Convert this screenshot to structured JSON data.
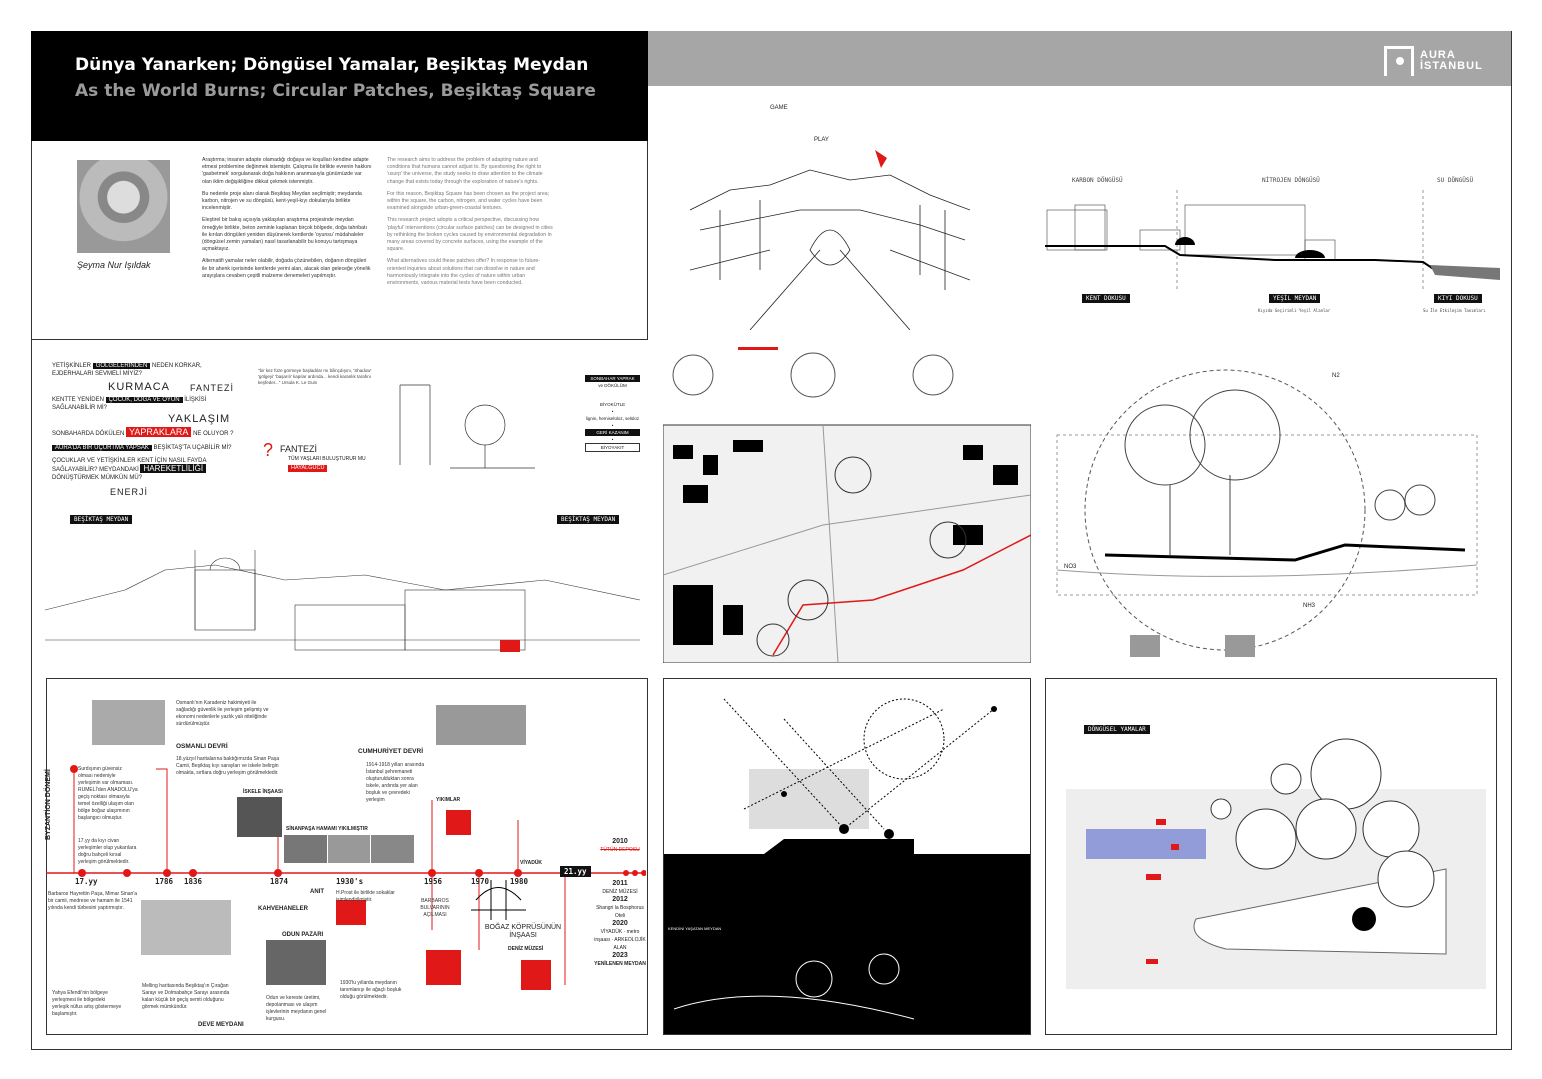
{
  "header": {
    "title_tr": "Dünya Yanarken; Döngüsel Yamalar, Beşiktaş Meydan",
    "title_en": "As the World Burns; Circular Patches, Beşiktaş Square"
  },
  "logo": {
    "line1": "AURA",
    "line2": "İSTANBUL"
  },
  "intro": {
    "author": "Şeyma Nur Işıldak",
    "tr": [
      "Araştırma; insanın adapte olamadığı doğaya ve koşulları kendine adapte etmesi problemine değinmek istemiştir. Çalışma ile birlikte evrenin hakkını 'gasbetmek' sorgulanarak doğa hakkının aranmasıyla günümüzde var olan iklim değişikliğine dikkat çekmek istenmiştir.",
      "Bu nedenle proje alanı olarak Beşiktaş Meydan seçilmiştir; meydanda karbon, nitrojen ve su döngüsü, kent-yeşil-kıyı dokularıyla birlikte incelenmiştir.",
      "Eleştirel bir bakış açısıyla yaklaşılan araştırma projesinde meydan örneğiyle birlikte, beton zeminle kaplanan birçok bölgede, doğa tahribatı ile kırılan döngüleri yeniden düşünerek kentlerde 'oyunsu' müdahaleler (döngüsel zemin yamaları) nasıl tasarlanabilir bu konuyu tartışmaya açmaktayız.",
      "Alternatifi yamalar neler olabilir, doğada çözünebilen, doğanın döngüleri ile bir ahenk içerisinde kentlerde yerini alan, alacak olan geleceğe yönelik arayışlara cevaben çeşitli malzeme denemeleri yapılmıştır."
    ],
    "en": [
      "The research aims to address the problem of adapting nature and conditions that humans cannot adjust to. By questioning the right to 'usurp' the universe, the study seeks to draw attention to the climate change that exists today through the exploration of nature's rights.",
      "For this reason, Beşiktaş Square has been chosen as the project area; within the square, the carbon, nitrogen, and water cycles have been examined alongside urban-green-coastal textures.",
      "This research project adopts a critical perspective, discussing how 'playful' interventions (circular surface patches) can be designed in cities by rethinking the broken cycles caused by environmental degradation in many areas covered by concrete surfaces, using the example of the square.",
      "What alternatives could these patches offer? In response to future-oriented inquiries about solutions that can dissolve in nature and harmoniously integrate into the cycles of nature within urban environments, various material tests have been conducted."
    ]
  },
  "sketch": {
    "game": "GAME",
    "play": "PLAY"
  },
  "section": {
    "cycles": [
      "KARBON DÖNGÜSÜ",
      "NİTROJEN DÖNGÜSÜ",
      "SU DÖNGÜSÜ"
    ],
    "textures": [
      "KENT DOKUSU",
      "YEŞİL MEYDAN",
      "KIYI DOKUSU"
    ],
    "notes": [
      "Kıyıda Geçirimli Yeşil Alanlar",
      "Su İle Etkileşim Tanımları"
    ]
  },
  "concept": {
    "l1a": "YETİŞKİNLER",
    "l1b": "GÖLGELERİNDEN",
    "l1c": "NEDEN KORKAR, EJDERHALARI SEVMELİ MİYİZ?",
    "kurmaca": "KURMACA",
    "fantezi": "FANTEZİ",
    "l2a": "KENTTE YENİDEN",
    "l2b": "ÇOCUK, DOĞA VE OYUN",
    "l2c": "İLİŞKİSİ SAĞLANABİLİR Mİ?",
    "yaklasim": "YAKLAŞIM",
    "l3a": "SONBAHARDA DÖKÜLEN",
    "l3b": "YAPRAKLARA",
    "l3c": "NE OLUYOR ?",
    "l4a": "AURA'DA BİR UÇURTMA YAPSAK",
    "l4b": "BEŞİKTAŞ'TA UÇABİLİR Mİ?",
    "l5a": "ÇOCUKLAR VE YETİŞKİNLER KENT İÇİN NASIL FAYDA SAĞLAYABİLİR? MEYDANDAKİ",
    "l5b": "HAREKETLİLİĞİ",
    "l5c": "DÖNÜŞTÜRMEK MÜMKÜN MÜ?",
    "enerji": "ENERJİ",
    "q_fantezi": "FANTEZİ",
    "q_sub": "TÜM YAŞLARI BULUŞTURUR MU",
    "q_red": "HAYALGÜCÜ",
    "quote": "\"bir kez füze görmeye başladılar mı bilinçdışını, 'Shadow' 'gölgeyi' 'başarılı' kapılar ardında... kendi karanlık tarafını keşfeder...\" Ursula K. Le Guin",
    "flow": [
      "SONBAHAR YAPRAK",
      "ve DÖKÜLÜM",
      "BİYOKÜTLE",
      "lignin, hemiselüloz, selüloz",
      "GERİ KAZANIM",
      "BİYOYAKIT"
    ],
    "square_left": "BEŞİKTAŞ MEYDAN",
    "square_right": "BEŞİKTAŞ MEYDAN"
  },
  "tree": {
    "n2": "N2",
    "no3": "NO3",
    "nh3": "NH3"
  },
  "patches": {
    "title": "DÖNGÜSEL YAMALAR",
    "bottom_left": "KENDİNİ YAŞATAN MEYDAN"
  },
  "timeline": {
    "byzantine": "BYZANTİON DÖNEMİ",
    "ottoman": "OSMANLI DEVRİ",
    "republic": "CUMHURİYET DEVRİ",
    "ottoman_text": "Osmanlı'nın Karadeniz hakimiyeti ile sağladığı güvenlik ile yerleşim gelişmiş ve ekonomi nedenlerle yazlık yalı niteliğinde sürdürülmüştür.",
    "byz_text1": "Surdışının güvensiz olması nedeniyle yerleşimin var olmaması. RUMELİ'den ANADOLU'ya geçiş noktası olmasıyla temel özelliği ulaşım olan bölge boğaz ulaşımının başlangıcı olmuştur.",
    "byz_text2": "17.yy da kıyı civarı yerleşimler olup yukarılara doğru bahçeli kırsal yerleşim görülmektedir.",
    "map_text": "18.yüzyıl haritalarına baktığımızda Sinan Paşa Camii, Beşiktaş kıyı sarayları ve iskele belirgin olmakta, sırtlara doğru yerleşim görülmektedir.",
    "rep_text": "1914-1918 yılları arasında İstanbul şehremaneti oluşturulduktan sonra iskele, ardında yer alan boşluk ve çevredeki yerleşim",
    "years": [
      "17.yy",
      "1786",
      "1836",
      "1874",
      "1930's",
      "1956",
      "1970",
      "1980",
      "21.yy"
    ],
    "events": {
      "iskele": "İSKELE İNŞAASI",
      "hamam": "SİNANPAŞA HAMAMI YIKILMIŞTIR",
      "anit": "ANIT",
      "kahve": "KAHVEHANELER",
      "odun": "ODUN PAZARI",
      "deve": "DEVE MEYDANI",
      "yikimlar": "YIKIMLAR",
      "viyaduk": "VİYADÜK",
      "barbaros": "BARBAROS BULVARININ AÇILMASI",
      "kopru": "BOĞAZ KÖPRÜSÜNÜN İNŞAASI",
      "deniz": "DENİZ MÜZESİ"
    },
    "s1930": "H.Prost ile birlikte sokaklar isimlendirilmiştir.",
    "bottom1": "Barbaros Hayrettin Paşa, Mimar Sinan'a bir camii, medrese ve hamam ile 1541 yılında kendi türbesini yaptırmıştır.",
    "bottom2": "Yahya Efendi'nin bölgeye yerleşmesi ile bölgedeki yerleşik nüfus artış göstermeye başlamıştır.",
    "bottom3": "Melling haritasında Beşiktaş'ın Çırağan Sarayı ve Dolmabahçe Sarayı arasında kalan küçük bir geçiş semti olduğunu görmek mümkündür.",
    "bottom4": "Odun ve kereste üretimi, depolanması ve ulaşım işlevlerinin meydanın genel kurgusu.",
    "bottom5": "1930'lu yıllarda meydanın tanımlanışı ile ağaçlı boşluk olduğu görülmektedir.",
    "recent": [
      {
        "y": "2010",
        "t": "TÜTÜN DEPOSU"
      },
      {
        "y": "2011",
        "t": "DENİZ MÜZESİ"
      },
      {
        "y": "2012",
        "t": "Shangri la Bosphorus Oteli"
      },
      {
        "y": "2020",
        "t": "VİYADÜK · metro inşaası · ARKEOLOJİK ALAN"
      },
      {
        "y": "2023",
        "t": "YENİLENEN MEYDAN"
      }
    ]
  },
  "colors": {
    "accent": "#e01818",
    "band": "#a6a6a6"
  }
}
